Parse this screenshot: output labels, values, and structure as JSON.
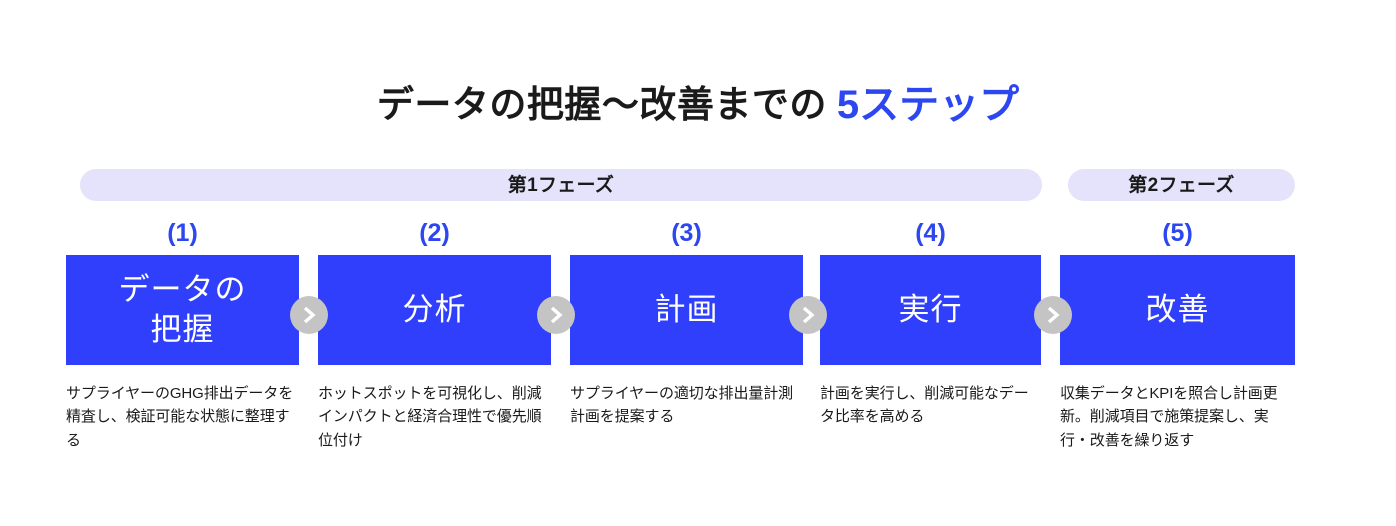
{
  "title": {
    "main": "データの把握〜改善までの",
    "accent": "5ステップ",
    "accent_color": "#2c47f0",
    "main_color": "#1a1a1a"
  },
  "phases": [
    {
      "label": "第1フェーズ",
      "covers_steps": [
        1,
        2,
        3,
        4
      ]
    },
    {
      "label": "第2フェーズ",
      "covers_steps": [
        5
      ]
    }
  ],
  "phase_bar_color": "#e4e3fb",
  "step_box_color": "#2f3ffb",
  "connector_color": "#c4c4c4",
  "steps": [
    {
      "number": "(1)",
      "label_line1": "データの",
      "label_line2": "把握",
      "caption": "サプライヤーのGHG排出データを精査し、検証可能な状態に整理する"
    },
    {
      "number": "(2)",
      "label_line1": "分析",
      "label_line2": "",
      "caption": "ホットスポットを可視化し、削減インパクトと経済合理性で優先順位付け"
    },
    {
      "number": "(3)",
      "label_line1": "計画",
      "label_line2": "",
      "caption": "サプライヤーの適切な排出量計測計画を提案する"
    },
    {
      "number": "(4)",
      "label_line1": "実行",
      "label_line2": "",
      "caption": "計画を実行し、削減可能なデータ比率を高める"
    },
    {
      "number": "(5)",
      "label_line1": "改善",
      "label_line2": "",
      "caption": "収集データとKPIを照合し計画更新。削減項目で施策提案し、実行・改善を繰り返す"
    }
  ],
  "connectors": [
    {
      "icon": "chevron-right-icon"
    },
    {
      "icon": "chevron-right-icon"
    },
    {
      "icon": "chevron-right-icon"
    },
    {
      "icon": "chevron-right-icon"
    }
  ]
}
